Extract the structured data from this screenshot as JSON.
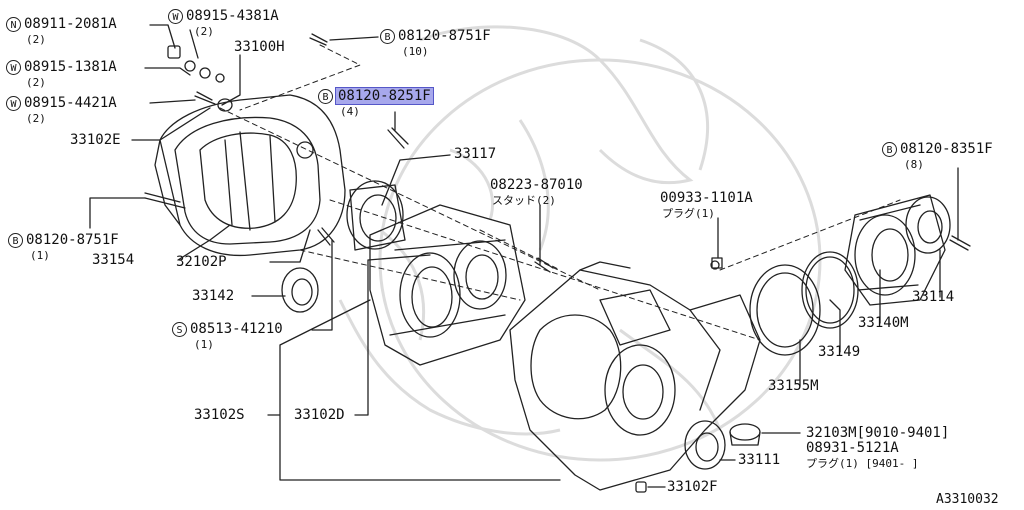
{
  "diagram_code": "A3310032",
  "selected_part": "08120-8251F",
  "colors": {
    "line": "#222222",
    "highlight": "#a7a8ec",
    "highlight_border": "#5557c8",
    "watermark": "#d8d8d8"
  },
  "callouts": [
    {
      "id": "n08911",
      "prefix": "N",
      "number": "08911-2081A",
      "qty": "(2)"
    },
    {
      "id": "w08915_4381",
      "prefix": "W",
      "number": "08915-4381A",
      "qty": "(2)"
    },
    {
      "id": "b08120_8751_top",
      "prefix": "B",
      "number": "08120-8751F",
      "qty": "(10)"
    },
    {
      "id": "p33100h",
      "number": "33100H"
    },
    {
      "id": "w08915_1381",
      "prefix": "W",
      "number": "08915-1381A",
      "qty": "(2)"
    },
    {
      "id": "b08120_8251",
      "prefix": "B",
      "number": "08120-8251F",
      "qty": "(4)"
    },
    {
      "id": "w08915_4421",
      "prefix": "W",
      "number": "08915-4421A",
      "qty": "(2)"
    },
    {
      "id": "p33102e",
      "number": "33102E"
    },
    {
      "id": "p33117",
      "number": "33117"
    },
    {
      "id": "b08120_8351",
      "prefix": "B",
      "number": "08120-8351F",
      "qty": "(8)"
    },
    {
      "id": "p08223",
      "number": "08223-87010",
      "qty": "スタッド(2)"
    },
    {
      "id": "p00933",
      "number": "00933-1101A",
      "qty": "プラグ(1)"
    },
    {
      "id": "b08120_8751_left",
      "prefix": "B",
      "number": "08120-8751F",
      "qty": "(1)"
    },
    {
      "id": "p33154",
      "number": "33154"
    },
    {
      "id": "p32102p",
      "number": "32102P"
    },
    {
      "id": "p33114",
      "number": "33114"
    },
    {
      "id": "p33142",
      "number": "33142"
    },
    {
      "id": "s08513",
      "prefix": "S",
      "number": "08513-41210",
      "qty": "(1)"
    },
    {
      "id": "p33140m",
      "number": "33140M"
    },
    {
      "id": "p33149",
      "number": "33149"
    },
    {
      "id": "p33155m",
      "number": "33155M"
    },
    {
      "id": "p33102s",
      "number": "33102S"
    },
    {
      "id": "p33102d",
      "number": "33102D"
    },
    {
      "id": "p32103m",
      "number": "32103M[9010-9401]"
    },
    {
      "id": "p08931",
      "number": "08931-5121A",
      "qty": "プラグ(1) [9401-  ]"
    },
    {
      "id": "p33111",
      "number": "33111"
    },
    {
      "id": "p33102f",
      "number": "33102F"
    }
  ]
}
